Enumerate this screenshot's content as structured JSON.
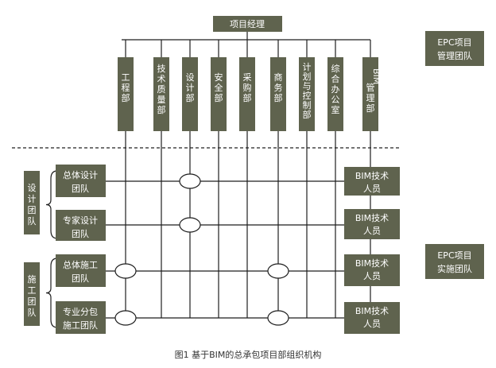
{
  "top": "项目经理",
  "departments": [
    "工程部",
    "技术质量部",
    "设计部",
    "安全部",
    "采购部",
    "商务部",
    "计划与控制部",
    "综合办公室",
    "BIM管理部"
  ],
  "epc_management": [
    "EPC项目",
    "管理团队"
  ],
  "epc_execution": [
    "EPC项目",
    "实施团队"
  ],
  "group_design": "设计团队",
  "group_construction": "施工团队",
  "teams": [
    [
      "总体设计",
      "团队"
    ],
    [
      "专家设计",
      "团队"
    ],
    [
      "总体施工",
      "团队"
    ],
    [
      "专业分包",
      "施工团队"
    ]
  ],
  "bim_staff": [
    [
      "BIM技术",
      "人员"
    ],
    [
      "BIM技术",
      "人员"
    ],
    [
      "BIM技术",
      "人员"
    ],
    [
      "BIM技术",
      "人员"
    ]
  ],
  "caption": "图1 基于BIM的总承包项目部组织机构"
}
